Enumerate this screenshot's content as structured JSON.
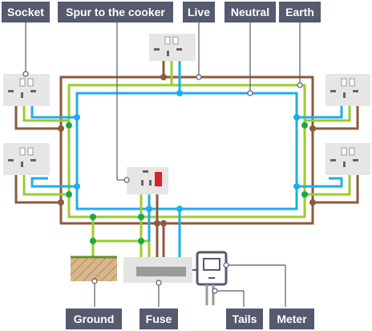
{
  "labels": {
    "socket": "Socket",
    "spur": "Spur to the cooker",
    "live": "Live",
    "neutral": "Neutral",
    "earth": "Earth",
    "ground": "Ground",
    "fuse": "Fuse",
    "tails": "Tails",
    "meter": "Meter"
  },
  "colors": {
    "live": "#8b5a3c",
    "neutral": "#1eaee8",
    "earth": "#9ccc2c",
    "junction": "#1aa84a",
    "label_bg": "#555a6f",
    "socket_plate": "#e6e6e6",
    "fuse_box": "#e4e4e4",
    "fuse_bar": "#9a9a9a",
    "meter_stroke": "#555a6f",
    "ground_fill": "#d6b48a",
    "cooker_switch": "#d8232a"
  }
}
